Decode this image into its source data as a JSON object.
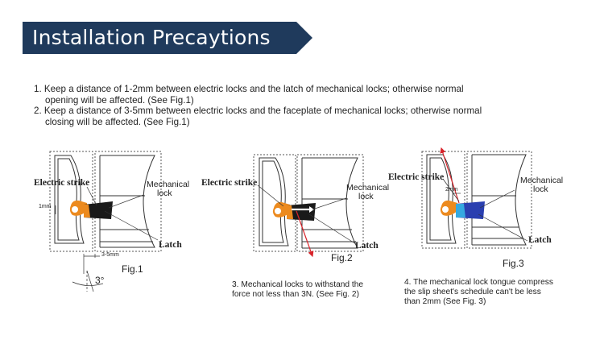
{
  "header": {
    "title": "Installation Precaytions"
  },
  "instructions": [
    {
      "line1": "1. Keep a distance of 1-2mm between electric locks and the latch of mechanical locks; otherwise normal",
      "line2": "opening will be affected. (See Fig.1)"
    },
    {
      "line1": "2. Keep a distance of 3-5mm between electric locks and the faceplate of mechanical locks; otherwise normal",
      "line2": "closing will be affected. (See Fig.1)"
    }
  ],
  "fig1": {
    "electric_strike": "Electric strike",
    "mechanical": "Mechanical",
    "lock": "lock",
    "dim_1mm": "1mm",
    "latch": "Latch",
    "dim_3_5mm": "3-5mm",
    "caption": "Fig.1",
    "angle": "3°"
  },
  "fig2": {
    "electric_strike": "Electric strike",
    "mechanical": "Mechanical",
    "lock": "lock",
    "latch": "Latch",
    "caption": "Fig.2",
    "note_line1": "3. Mechanical locks to withstand the",
    "note_line2": "force not less than 3N. (See Fig. 2)"
  },
  "fig3": {
    "electric_strike": "Electric strike",
    "dim_2mm": "2mm",
    "mechanical": "Mechanical",
    "lock": "lock",
    "latch": "Latch",
    "caption": "Fig.3",
    "note_line1": "4. The mechanical lock tongue compress",
    "note_line2": "the slip sheet's schedule can't be less",
    "note_line3": "than 2mm (See Fig. 3)"
  },
  "colors": {
    "banner": "#1f3a5c",
    "strike": "#ec8a1e",
    "arrow": "#d8232a",
    "blue_latch": "#2a3fb0",
    "cyan_latch": "#35a9e0"
  }
}
